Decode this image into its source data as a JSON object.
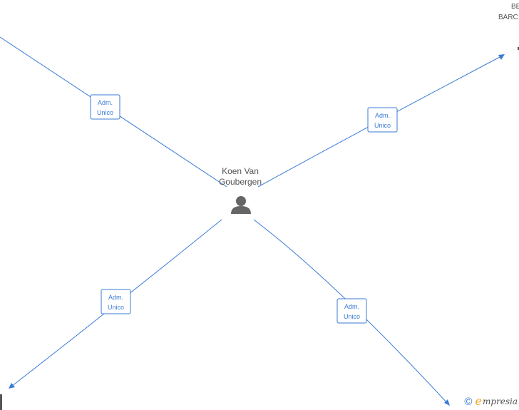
{
  "center_node": {
    "label_line1": "Koen Van",
    "label_line2": "Goubergen"
  },
  "top_right_node": {
    "label_line1": "BE",
    "label_line2": "BARC"
  },
  "edges": [
    {
      "role_line1": "Adm.",
      "role_line2": "Unico"
    },
    {
      "role_line1": "Adm.",
      "role_line2": "Unico"
    },
    {
      "role_line1": "Adm.",
      "role_line2": "Unico"
    },
    {
      "role_line1": "Adm.",
      "role_line2": "Unico"
    }
  ],
  "brand": {
    "copyright_symbol": "©",
    "initial": "e",
    "rest": "mpresia"
  },
  "colors": {
    "edge": "#3a7bd5",
    "person_icon": "#666666",
    "brand_accent": "#f5a623"
  }
}
